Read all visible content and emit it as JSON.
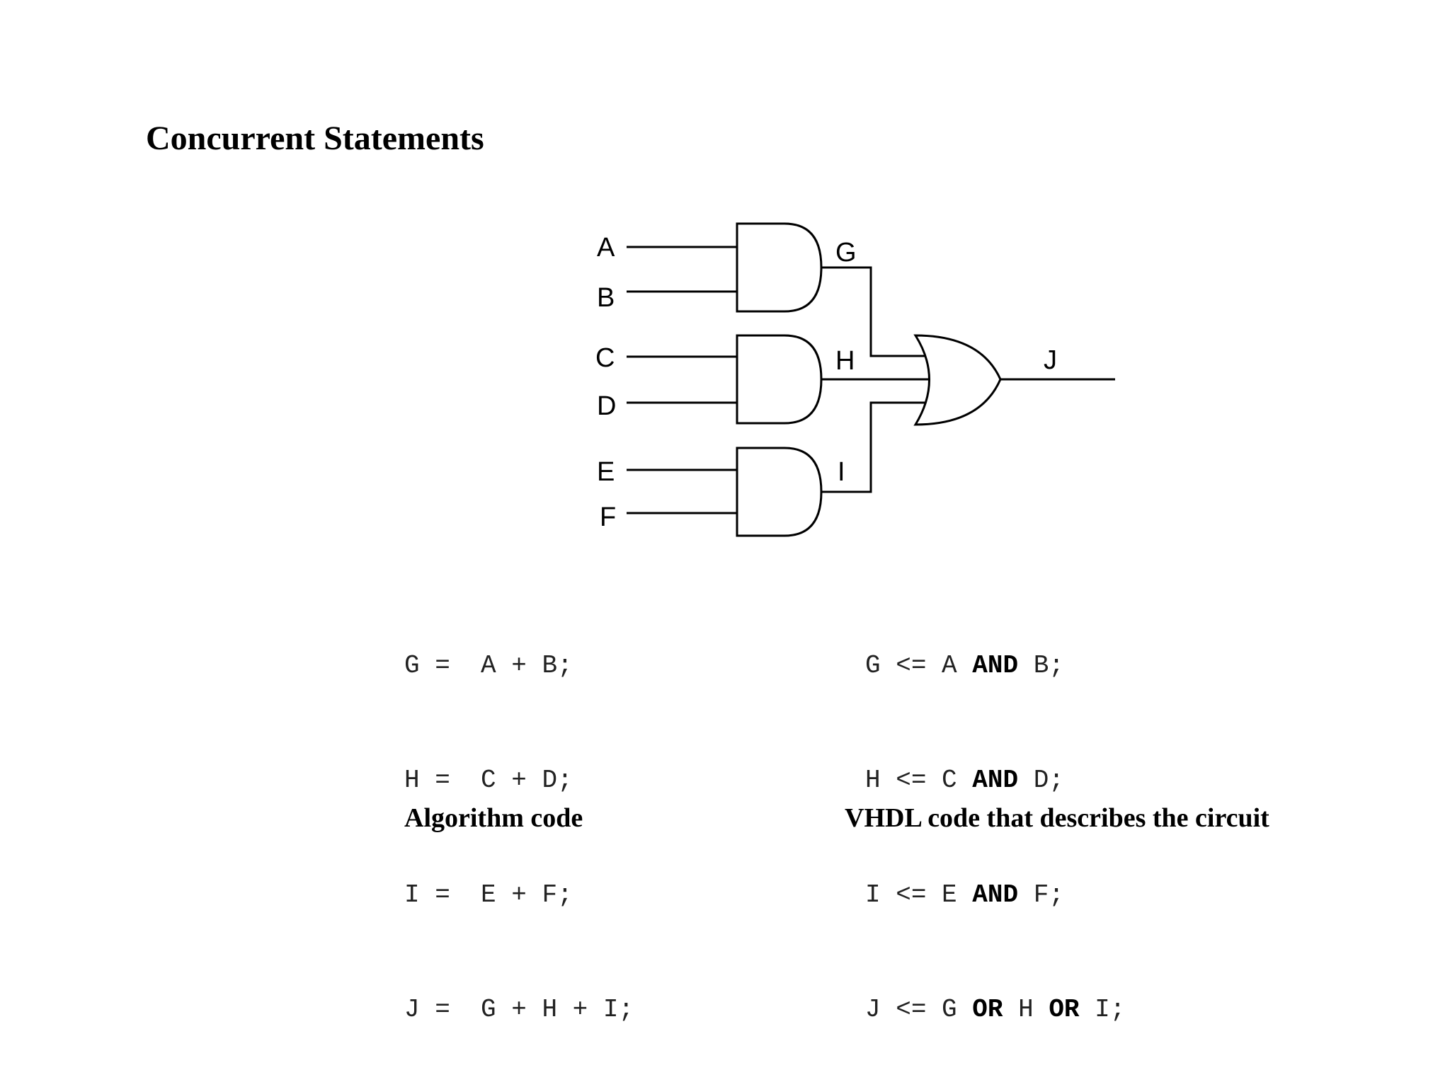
{
  "title": "Concurrent Statements",
  "circuit": {
    "inputs": [
      "A",
      "B",
      "C",
      "D",
      "E",
      "F"
    ],
    "gates": [
      {
        "type": "AND",
        "inputs": [
          "A",
          "B"
        ],
        "output": "G"
      },
      {
        "type": "AND",
        "inputs": [
          "C",
          "D"
        ],
        "output": "H"
      },
      {
        "type": "AND",
        "inputs": [
          "E",
          "F"
        ],
        "output": "I"
      },
      {
        "type": "OR",
        "inputs": [
          "G",
          "H",
          "I"
        ],
        "output": "J"
      }
    ],
    "labels": {
      "a": "A",
      "b": "B",
      "c": "C",
      "d": "D",
      "e": "E",
      "f": "F",
      "g": "G",
      "h": "H",
      "i": "I",
      "j": "J"
    }
  },
  "algorithm_code": {
    "lines": [
      {
        "lhs": "G",
        "op": "=",
        "rhs": "A + B;"
      },
      {
        "lhs": "H",
        "op": "=",
        "rhs": "C + D;"
      },
      {
        "lhs": "I",
        "op": "=",
        "rhs": "E + F;"
      },
      {
        "lhs": "J",
        "op": "=",
        "rhs": "G + H + I;"
      }
    ],
    "caption": "Algorithm code"
  },
  "vhdl_code": {
    "lines": [
      {
        "lhs": "G",
        "op": "<=",
        "t1": "A",
        "k1": "AND",
        "t2": "B;"
      },
      {
        "lhs": "H",
        "op": "<=",
        "t1": "C",
        "k1": "AND",
        "t2": "D;"
      },
      {
        "lhs": "I",
        "op": "<=",
        "t1": "E",
        "k1": "AND",
        "t2": "F;"
      },
      {
        "lhs": "J",
        "op": "<=",
        "t1": "G",
        "k1": "OR",
        "t2": "H",
        "k2": "OR",
        "t3": "I;"
      }
    ],
    "caption": "VHDL code that describes the circuit"
  }
}
